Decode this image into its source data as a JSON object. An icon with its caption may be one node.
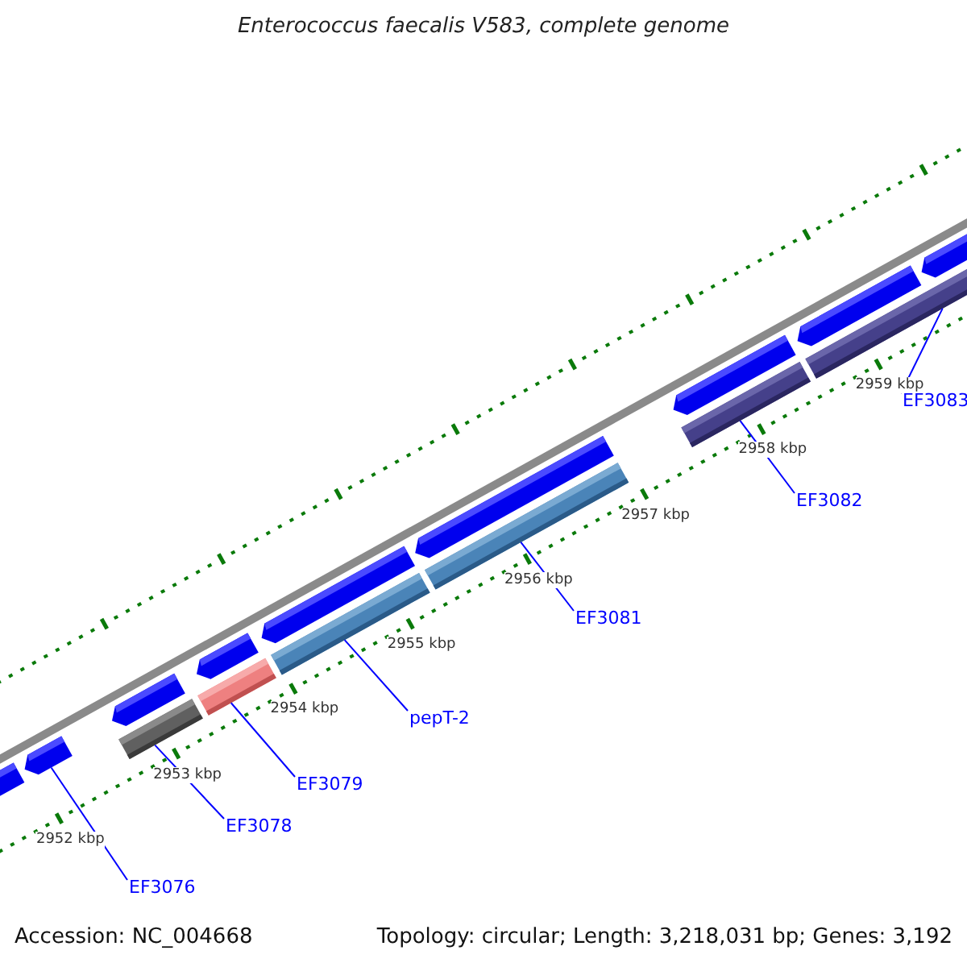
{
  "diagram": {
    "title": "Enterococcus faecalis V583, complete genome",
    "nodes": [
      {
        "text": [
          "EF3076"
        ]
      },
      {
        "text": [
          "EF3078"
        ]
      },
      {
        "text": [
          "EF3079"
        ]
      },
      {
        "text": [
          "pepT-2"
        ]
      },
      {
        "text": [
          "EF3081"
        ]
      },
      {
        "text": [
          "EF3082"
        ]
      },
      {
        "text": [
          "EF3083"
        ]
      },
      {
        "text": [],
        "shape": "bar"
      },
      {
        "text": [],
        "shape": "bar"
      },
      {
        "text": [],
        "shape": "bar"
      },
      {
        "text": [],
        "shape": "bar"
      },
      {
        "text": [],
        "shape": "bar"
      },
      {
        "text": [],
        "shape": "bar"
      },
      {
        "text": [],
        "shape": "bar"
      }
    ],
    "edges": [
      {
        "from": 0,
        "to": 7,
        "arrow": "none"
      },
      {
        "from": 1,
        "to": 8,
        "arrow": "none"
      },
      {
        "from": 2,
        "to": 9,
        "arrow": "none"
      },
      {
        "from": 3,
        "to": 10,
        "arrow": "none"
      },
      {
        "from": 4,
        "to": 11,
        "arrow": "none"
      },
      {
        "from": 5,
        "to": 12,
        "arrow": "none"
      },
      {
        "from": 6,
        "to": 13,
        "arrow": "none"
      }
    ],
    "labels": [
      "2952 kbp",
      "2953 kbp",
      "2954 kbp",
      "2955 kbp",
      "2956 kbp",
      "2957 kbp",
      "2958 kbp",
      "2959 kbp",
      "Accession: NC_004668",
      "Topology: circular; Length: 3,218,031 bp; Genes: 3,192"
    ]
  }
}
